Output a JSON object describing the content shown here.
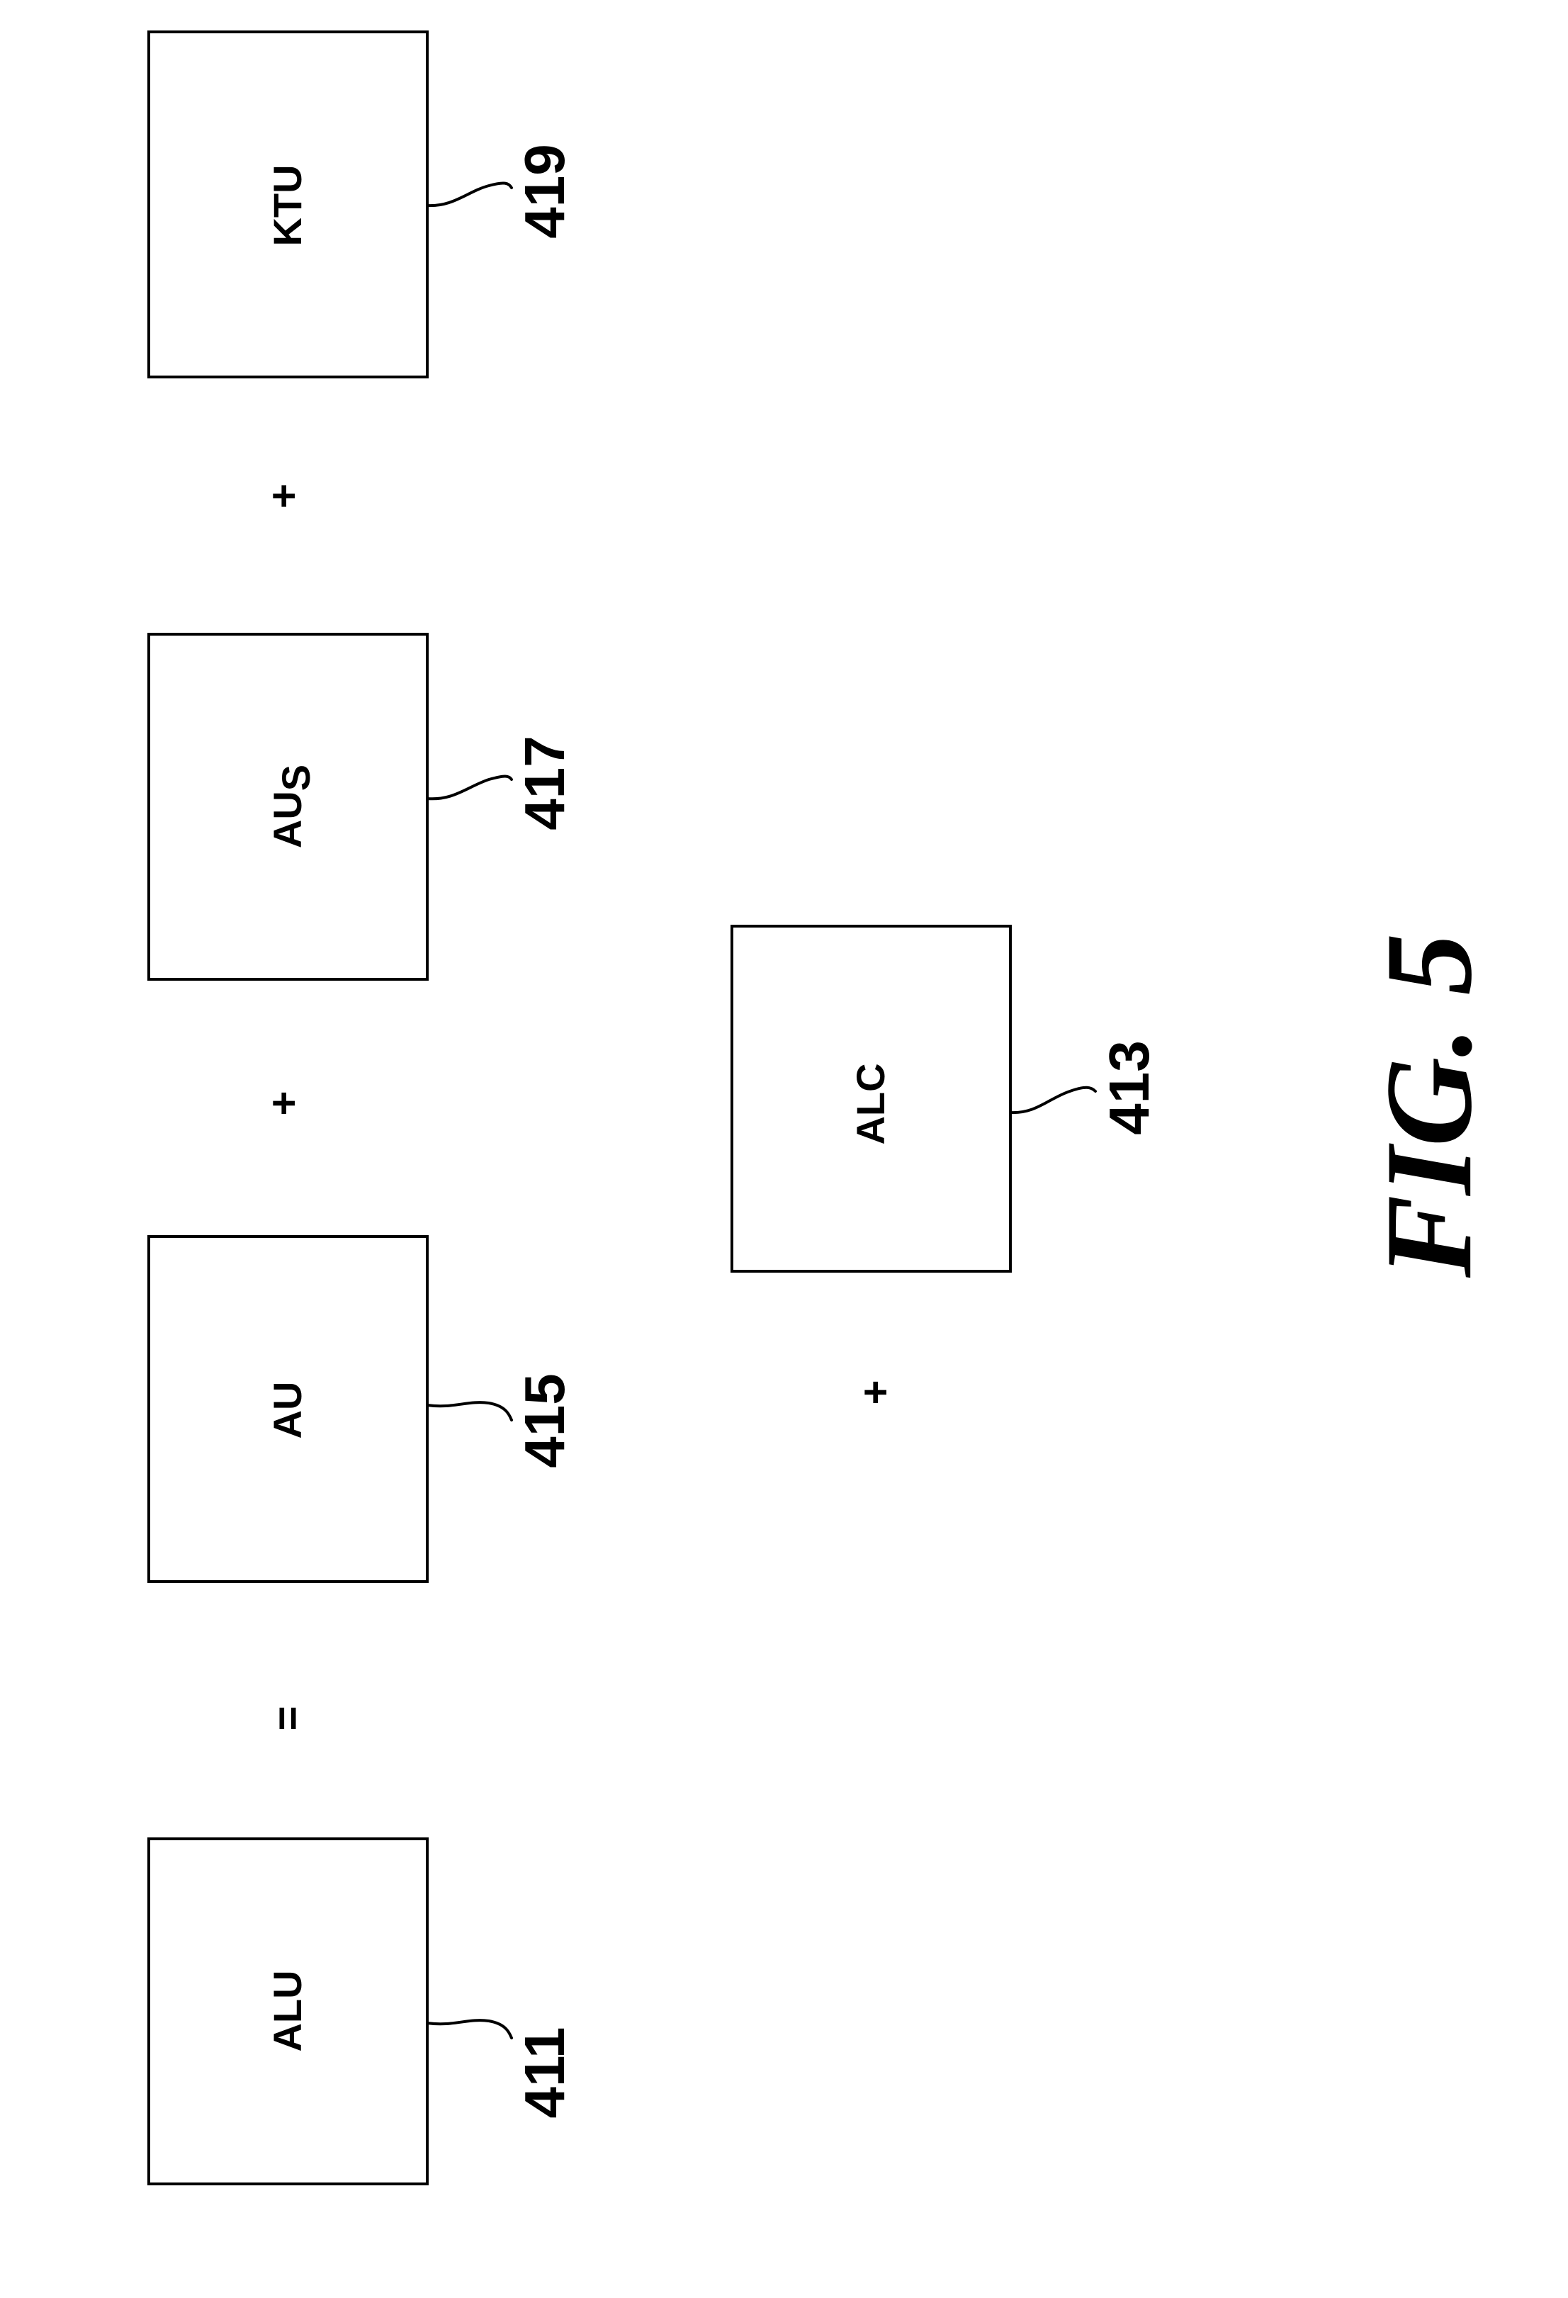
{
  "figure": {
    "caption": "FIG. 5"
  },
  "boxes": {
    "alu": {
      "label": "ALU",
      "ref": "411"
    },
    "au": {
      "label": "AU",
      "ref": "415"
    },
    "aus": {
      "label": "AU",
      "subscript": "S",
      "ref": "417"
    },
    "ktu": {
      "label": "KTU",
      "ref": "419"
    },
    "alc": {
      "label": "ALC",
      "ref": "413"
    }
  },
  "operators": {
    "equals": "=",
    "plus_1": "+",
    "plus_2": "+",
    "plus_3": "+"
  }
}
